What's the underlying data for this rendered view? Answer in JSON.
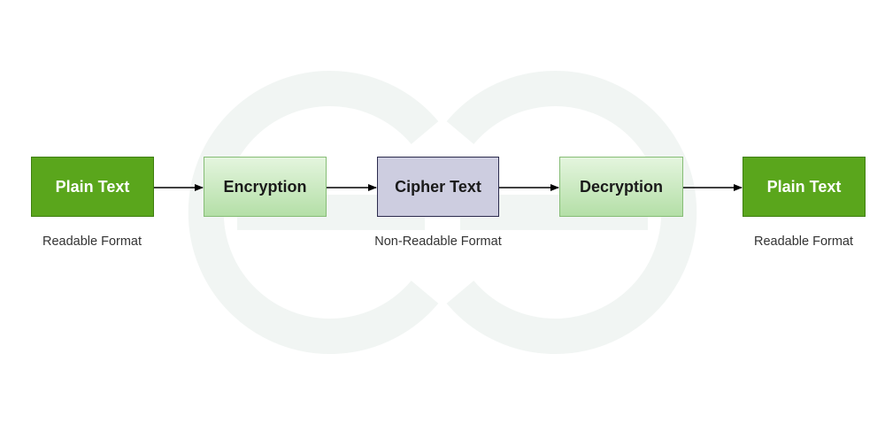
{
  "nodes": {
    "plain_text_left": "Plain Text",
    "encryption": "Encryption",
    "cipher_text": "Cipher Text",
    "decryption": "Decryption",
    "plain_text_right": "Plain Text"
  },
  "captions": {
    "left": "Readable Format",
    "middle": "Non-Readable Format",
    "right": "Readable Format"
  },
  "colors": {
    "plain_fill": "#5aa61c",
    "process_fill_top": "#e4f5de",
    "process_fill_bottom": "#b4dfa7",
    "cipher_fill": "#cdcde0",
    "arrow": "#000000",
    "watermark": "#f1f5f3"
  },
  "icons": {
    "watermark": "gfg-logo-watermark-icon"
  }
}
